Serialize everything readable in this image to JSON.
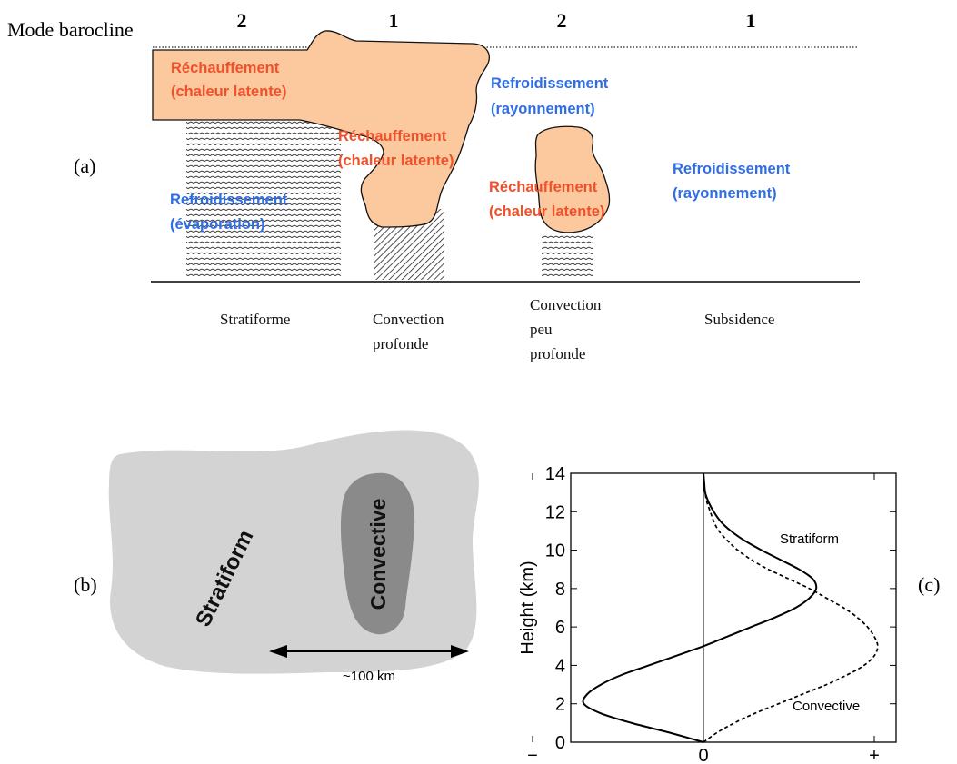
{
  "panel_a": {
    "mode_label": "Mode barocline",
    "mode_numbers": [
      "2",
      "1",
      "2",
      "1"
    ],
    "panel_label": "(a)",
    "heating_strat_1": "Réchauffement",
    "heating_strat_2": "(chaleur latente)",
    "heating_deep_1": "Réchauffement",
    "heating_deep_2": "(chaleur latente)",
    "heating_shallow_1": "Réchauffement",
    "heating_shallow_2": "(chaleur latente)",
    "cooling_rad_1_1": "Refroidissement",
    "cooling_rad_1_2": "(rayonnement)",
    "cooling_rad_2_1": "Refroidissement",
    "cooling_rad_2_2": "(rayonnement)",
    "cooling_evap_1": "Refroidissement",
    "cooling_evap_2": "(évaporation)",
    "regions": {
      "stratiforme": [
        "Stratiforme"
      ],
      "deep": [
        "Convection",
        "profonde"
      ],
      "shallow": [
        "Convection",
        "peu",
        "profonde"
      ],
      "subsidence": [
        "Subsidence"
      ]
    },
    "colors": {
      "heating": "#f0502a",
      "cooling": "#2f6ee6",
      "cloud": "#fcc99f"
    }
  },
  "panel_b": {
    "panel_label": "(b)",
    "stratiform_label": "Stratiform",
    "convective_label": "Convective",
    "scale_label": "~100 km",
    "colors": {
      "stratiform": "#d3d3d3",
      "convective": "#8a8a8a"
    }
  },
  "panel_c": {
    "panel_label": "(c)"
  },
  "chart_data": {
    "type": "line",
    "ylabel": "Height (km)",
    "xlabel": "",
    "ylim": [
      0,
      14
    ],
    "yticks": [
      "0",
      "2",
      "4",
      "6",
      "8",
      "10",
      "12",
      "14"
    ],
    "xticks": [
      "−",
      "0",
      "+"
    ],
    "series": [
      {
        "name": "Stratiform",
        "style": "solid",
        "y": [
          0,
          0.5,
          1,
          1.5,
          2,
          2.5,
          3,
          3.5,
          4,
          4.5,
          5,
          5.5,
          6,
          6.5,
          7,
          7.5,
          8,
          8.5,
          9,
          9.5,
          10,
          10.5,
          11,
          11.5,
          12,
          12.5,
          13,
          13.5,
          14
        ],
        "x": [
          0,
          -0.2,
          -0.42,
          -0.6,
          -0.7,
          -0.68,
          -0.6,
          -0.48,
          -0.32,
          -0.16,
          0,
          0.14,
          0.28,
          0.42,
          0.54,
          0.62,
          0.66,
          0.64,
          0.56,
          0.45,
          0.34,
          0.24,
          0.16,
          0.1,
          0.06,
          0.03,
          0.01,
          0.005,
          0
        ]
      },
      {
        "name": "Convective",
        "style": "dashed",
        "y": [
          0,
          0.5,
          1,
          1.5,
          2,
          2.5,
          3,
          3.5,
          4,
          4.5,
          5,
          5.5,
          6,
          6.5,
          7,
          7.5,
          8,
          8.5,
          9,
          9.5,
          10,
          10.5,
          11,
          11.5,
          12,
          12.5,
          13,
          13.5,
          14
        ],
        "x": [
          0,
          0.08,
          0.18,
          0.3,
          0.44,
          0.58,
          0.72,
          0.84,
          0.94,
          1.0,
          1.02,
          1.0,
          0.96,
          0.9,
          0.82,
          0.72,
          0.62,
          0.5,
          0.38,
          0.28,
          0.2,
          0.14,
          0.09,
          0.06,
          0.04,
          0.02,
          0.01,
          0.004,
          0
        ]
      }
    ]
  }
}
